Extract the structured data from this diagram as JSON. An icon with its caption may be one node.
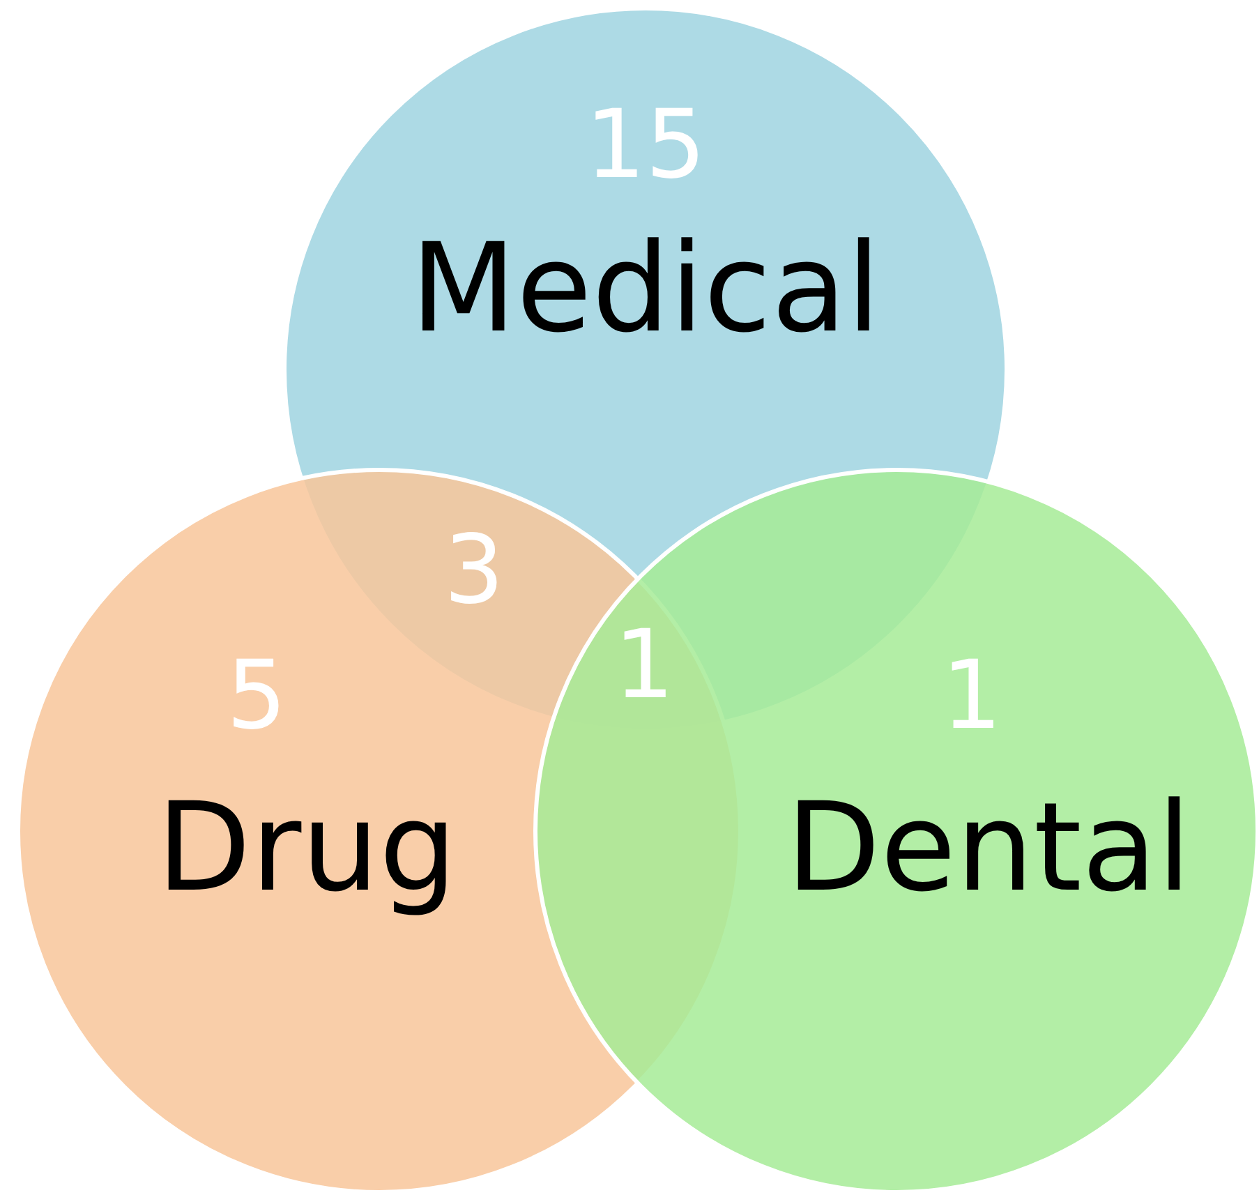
{
  "diagram": {
    "nodes": [
      {
        "text": [
          "15",
          "Medical"
        ]
      },
      {
        "text": [
          "5",
          "Drug"
        ]
      },
      {
        "text": [
          "1",
          "Dental"
        ]
      }
    ],
    "labels": [
      "3",
      "1"
    ]
  }
}
